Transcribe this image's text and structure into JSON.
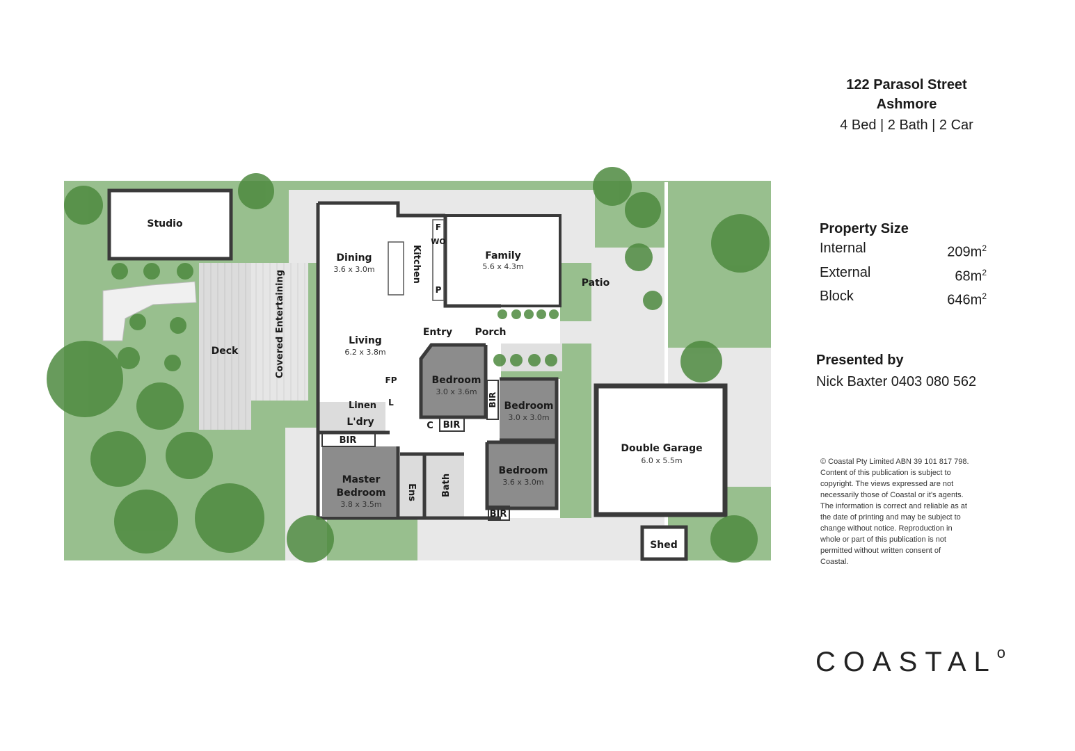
{
  "header": {
    "street": "122 Parasol Street",
    "suburb": "Ashmore",
    "summary": "4 Bed |  2 Bath | 2 Car"
  },
  "property_size": {
    "title": "Property Size",
    "internal_label": "Internal",
    "internal_value": "209m",
    "external_label": "External",
    "external_value": "68m",
    "block_label": "Block",
    "block_value": "646m",
    "unit_sup": "2"
  },
  "presenter": {
    "title": "Presented by",
    "name": "Nick Baxter 0403 080 562"
  },
  "disclaimer": "© Coastal Pty Limited ABN 39 101 817 798. Content of this publication is subject to copyright. The views expressed are not necessarily those of Coastal or it's agents. The information is correct and reliable as at the date of printing and may be subject to change without notice. Reproduction in whole or part of this publication is not permitted without written consent of Coastal.",
  "brand": {
    "name": "COASTAL",
    "mark": "o"
  },
  "colors": {
    "lawn": "#98bf8e",
    "path": "#e8e8e8",
    "deck": "#dcdcdc",
    "bedroom": "#8c8c8c",
    "wall": "#3a3a3a",
    "tree": "#4e8a3f"
  },
  "rooms": {
    "studio": "Studio",
    "deck": "Deck",
    "covered": "Covered Entertaining",
    "dining": "Dining",
    "dining_dim": "3.6 x 3.0m",
    "kitchen": "Kitchen",
    "f": "F",
    "wo": "WO",
    "p": "P",
    "family": "Family",
    "family_dim": "5.6 x 4.3m",
    "patio": "Patio",
    "living": "Living",
    "living_dim": "6.2 x 3.8m",
    "entry": "Entry",
    "porch": "Porch",
    "fp": "FP",
    "linen": "Linen",
    "l": "L",
    "laundry": "L'dry",
    "bir": "BIR",
    "bed2": "Bedroom",
    "bed2_dim": "3.0 x 3.6m",
    "c": "C",
    "bed3": "Bedroom",
    "bed3_dim": "3.0 x 3.0m",
    "bed4": "Bedroom",
    "bed4_dim": "3.6 x 3.0m",
    "master1": "Master",
    "master2": "Bedroom",
    "master_dim": "3.8 x 3.5m",
    "ens": "Ens",
    "bath": "Bath",
    "garage": "Double Garage",
    "garage_dim": "6.0 x 5.5m",
    "shed": "Shed"
  }
}
